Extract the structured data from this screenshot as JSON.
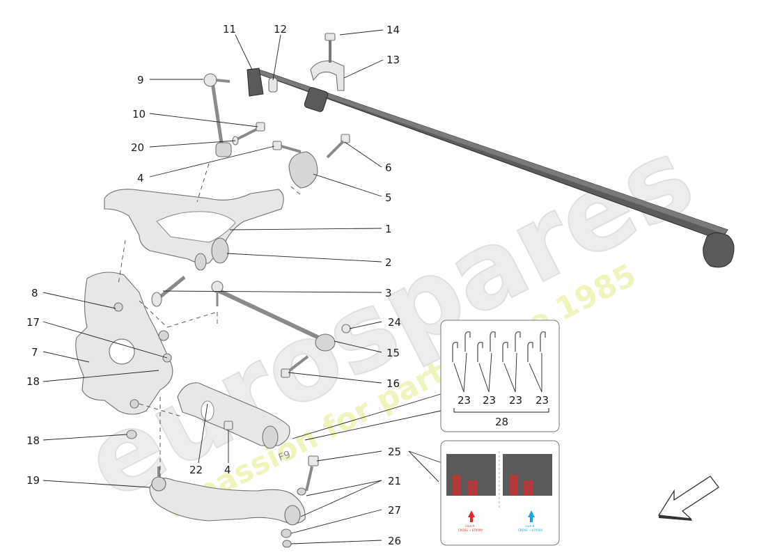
{
  "diagram": {
    "callouts": [
      "1",
      "2",
      "3",
      "4",
      "4",
      "5",
      "6",
      "7",
      "8",
      "9",
      "10",
      "11",
      "12",
      "13",
      "14",
      "15",
      "16",
      "17",
      "18",
      "18",
      "19",
      "20",
      "21",
      "22",
      "24",
      "25",
      "26",
      "27"
    ],
    "clip_group": {
      "items": [
        "23",
        "23",
        "23",
        "23"
      ],
      "group_label": "28"
    },
    "variant_box": {
      "left_caption": "case A",
      "left_sub": "CROSS → 670000",
      "right_caption": "case B",
      "right_sub": "CROSS → 670000"
    },
    "part_marks": "F9"
  },
  "watermark": {
    "brand": "eurospares",
    "tagline": "a passion for parts since 1985"
  },
  "colors": {
    "watermark_brand": "#e8e8e8",
    "watermark_tagline": "#eef3b5",
    "bar": "#5b5b5b",
    "arrow_red": "#e8262a",
    "arrow_blue": "#1aa3e0"
  }
}
